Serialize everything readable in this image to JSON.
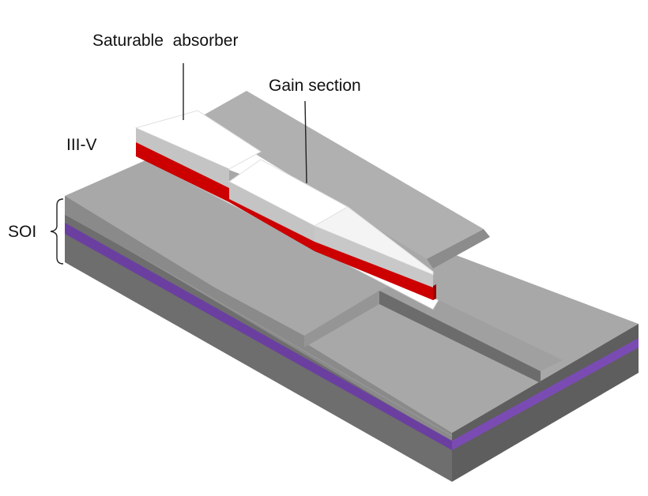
{
  "labels": {
    "saturable_absorber": "Saturable  absorber",
    "gain_section": "Gain section",
    "iii_v": "III-V",
    "soi": "SOI"
  },
  "colors": {
    "background": "#ffffff",
    "silicon_top": "#a6a6a6",
    "silicon_side": "#7f7f7f",
    "substrate_side": "#6b6b6b",
    "oxide_layer": "#6b3fa0",
    "iii_v_top": "#ffffff",
    "iii_v_side": "#cfcfcf",
    "active_layer": "#cc0000"
  }
}
